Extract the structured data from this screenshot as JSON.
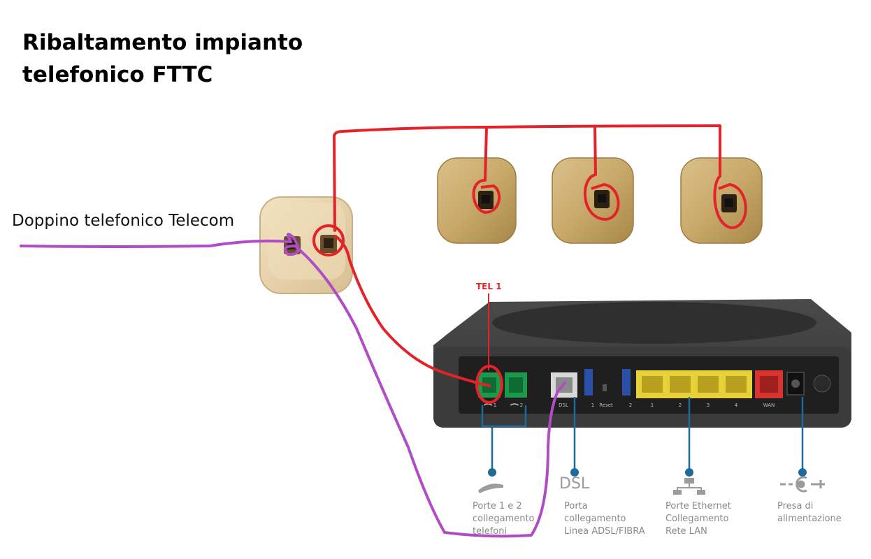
{
  "title": "Ribaltamento impianto\ntelefonico FTTC",
  "cable_label": "Doppino telefonico Telecom",
  "wire_colors": {
    "phone_extension": "#e3232a",
    "telecom_line": "#b04dc4",
    "callout": "#1f6a9a"
  },
  "tel1_label": "TEL 1",
  "router": {
    "port_labels": {
      "phone_1": "1",
      "phone_2": "2",
      "dsl": "DSL",
      "usb_1": "1",
      "reset": "Reset",
      "usb_2": "2",
      "lan_1": "1",
      "lan_2": "2",
      "lan_3": "3",
      "lan_4": "4",
      "wan": "WAN"
    }
  },
  "callouts": {
    "phones": {
      "icon": "phone-handset-icon",
      "text": "Porte 1 e 2\ncollegamento\ntelefoni"
    },
    "dsl": {
      "icon_text": "DSL",
      "text": "Porta\ncollegamento\nLinea ADSL/FIBRA"
    },
    "ethernet": {
      "icon": "network-icon",
      "text": "Porte Ethernet\nCollegamento\nRete LAN"
    },
    "power": {
      "icon": "power-plug-icon",
      "text": "Presa di\nalimentazione"
    }
  }
}
